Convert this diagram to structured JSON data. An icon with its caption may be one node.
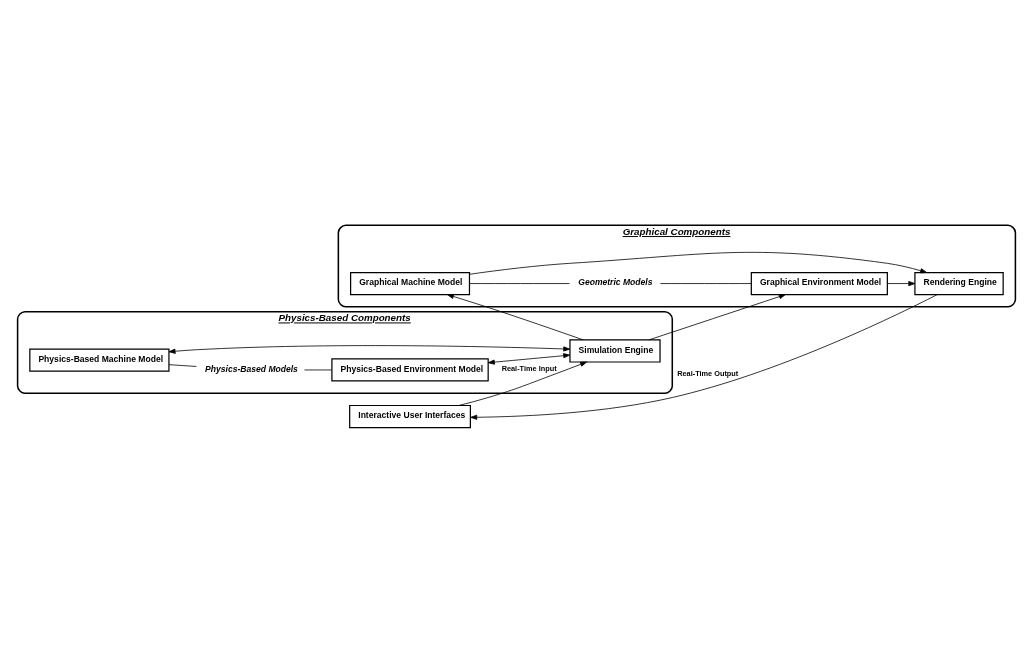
{
  "diagram": {
    "nodes": [
      {
        "text": [
          "Physics-Based Components"
        ]
      },
      {
        "text": [
          "Physics-Based Machine Model"
        ],
        "in": 0
      },
      {
        "text": [
          "Physics-Based Models"
        ],
        "in": 0
      },
      {
        "text": [
          "Physics-Based Environment Model"
        ],
        "in": 0
      },
      {
        "text": [
          "Simulation Engine"
        ],
        "in": 0
      },
      {
        "text": [
          "Graphical Components"
        ]
      },
      {
        "text": [
          "Graphical Machine Model"
        ],
        "in": 5
      },
      {
        "text": [
          "Geometric Models"
        ],
        "in": 5
      },
      {
        "text": [
          "Graphical Environment Model"
        ],
        "in": 5
      },
      {
        "text": [
          "Rendering Engine"
        ],
        "in": 5
      },
      {
        "text": [
          "Interactive User Interfaces"
        ]
      }
    ],
    "edges": [
      {
        "from": 1,
        "to": 4,
        "arrow": "both"
      },
      {
        "from": 3,
        "to": 4,
        "arrow": "both"
      },
      {
        "from": 1,
        "to": 2,
        "arrow": "none"
      },
      {
        "from": 2,
        "to": 3,
        "arrow": "none"
      },
      {
        "from": 4,
        "to": 6,
        "arrow": "to"
      },
      {
        "from": 4,
        "to": 8,
        "arrow": "to"
      },
      {
        "from": 6,
        "to": 7,
        "arrow": "none"
      },
      {
        "from": 7,
        "to": 8,
        "arrow": "none"
      },
      {
        "from": 6,
        "to": 9,
        "arrow": "to"
      },
      {
        "from": 8,
        "to": 9,
        "arrow": "to"
      },
      {
        "from": 9,
        "to": 10,
        "arrow": "to",
        "label": "Real-Time Output"
      },
      {
        "from": 10,
        "to": 4,
        "arrow": "to",
        "label": "Real-Time Input"
      }
    ]
  }
}
